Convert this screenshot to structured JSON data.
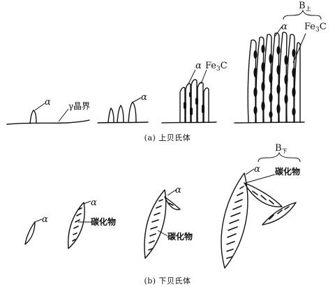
{
  "upper": {
    "caption": "(a) 上贝氏体",
    "stage1": {
      "alpha": "α",
      "gamma_boundary": "γ晶界"
    },
    "stage2": {
      "alpha": "α"
    },
    "stage3": {
      "alpha": "α",
      "carbide_main": "Fe",
      "carbide_sub": "3",
      "carbide_tail": "C"
    },
    "stage4": {
      "b_main": "B",
      "b_sub": "上",
      "alpha": "α",
      "carbide_main": "Fe",
      "carbide_sub": "3",
      "carbide_tail": "C"
    }
  },
  "lower": {
    "caption": "(b) 下贝氏体",
    "stage1": {
      "alpha": "α"
    },
    "stage2": {
      "alpha": "α",
      "carbide": "碳化物"
    },
    "stage3": {
      "alpha": "α",
      "carbide": "碳化物"
    },
    "stage4": {
      "b_main": "B",
      "b_sub": "下",
      "alpha": "α",
      "carbide": "碳化物"
    }
  }
}
